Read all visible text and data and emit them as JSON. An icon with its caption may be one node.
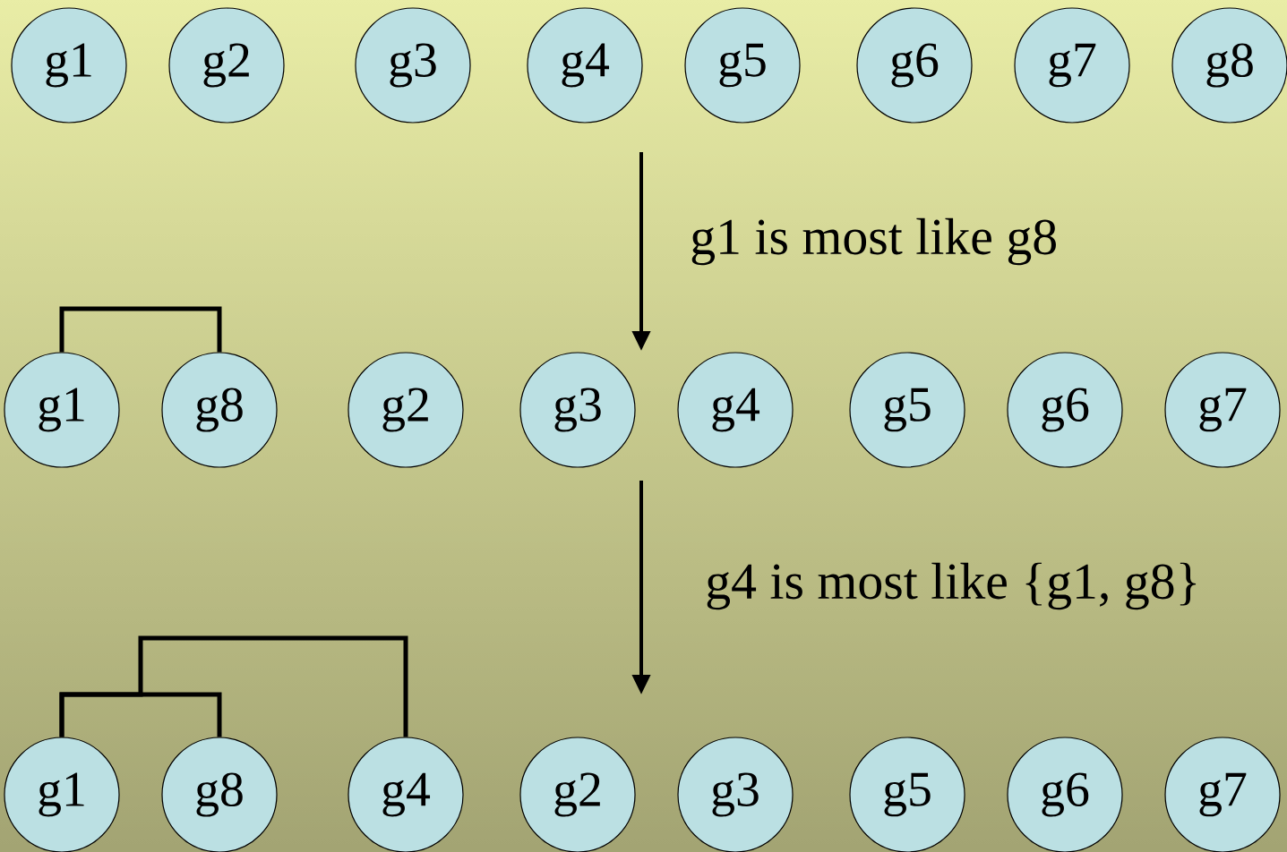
{
  "diagram": {
    "nodes": [
      {
        "text": [
          "g1"
        ]
      },
      {
        "text": [
          "g2"
        ]
      },
      {
        "text": [
          "g3"
        ]
      },
      {
        "text": [
          "g4"
        ]
      },
      {
        "text": [
          "g5"
        ]
      },
      {
        "text": [
          "g6"
        ]
      },
      {
        "text": [
          "g7"
        ]
      },
      {
        "text": [
          "g8"
        ]
      },
      {
        "text": [
          "g1"
        ]
      },
      {
        "text": [
          "g8"
        ]
      },
      {
        "text": [
          "g2"
        ]
      },
      {
        "text": [
          "g3"
        ]
      },
      {
        "text": [
          "g4"
        ]
      },
      {
        "text": [
          "g5"
        ]
      },
      {
        "text": [
          "g6"
        ]
      },
      {
        "text": [
          "g7"
        ]
      },
      {
        "text": [
          "g1"
        ]
      },
      {
        "text": [
          "g8"
        ]
      },
      {
        "text": [
          "g4"
        ]
      },
      {
        "text": [
          "g2"
        ]
      },
      {
        "text": [
          "g3"
        ]
      },
      {
        "text": [
          "g5"
        ]
      },
      {
        "text": [
          "g6"
        ]
      },
      {
        "text": [
          "g7"
        ]
      }
    ],
    "edges": [
      {
        "from": 8,
        "to": 9,
        "arrow": "none"
      },
      {
        "from": 16,
        "to": 17,
        "arrow": "none"
      },
      {
        "from": 18,
        "to": 16,
        "arrow": "none"
      }
    ],
    "labels": [
      "g1 is most like g8",
      "g4 is most like {g1, g8}"
    ]
  }
}
